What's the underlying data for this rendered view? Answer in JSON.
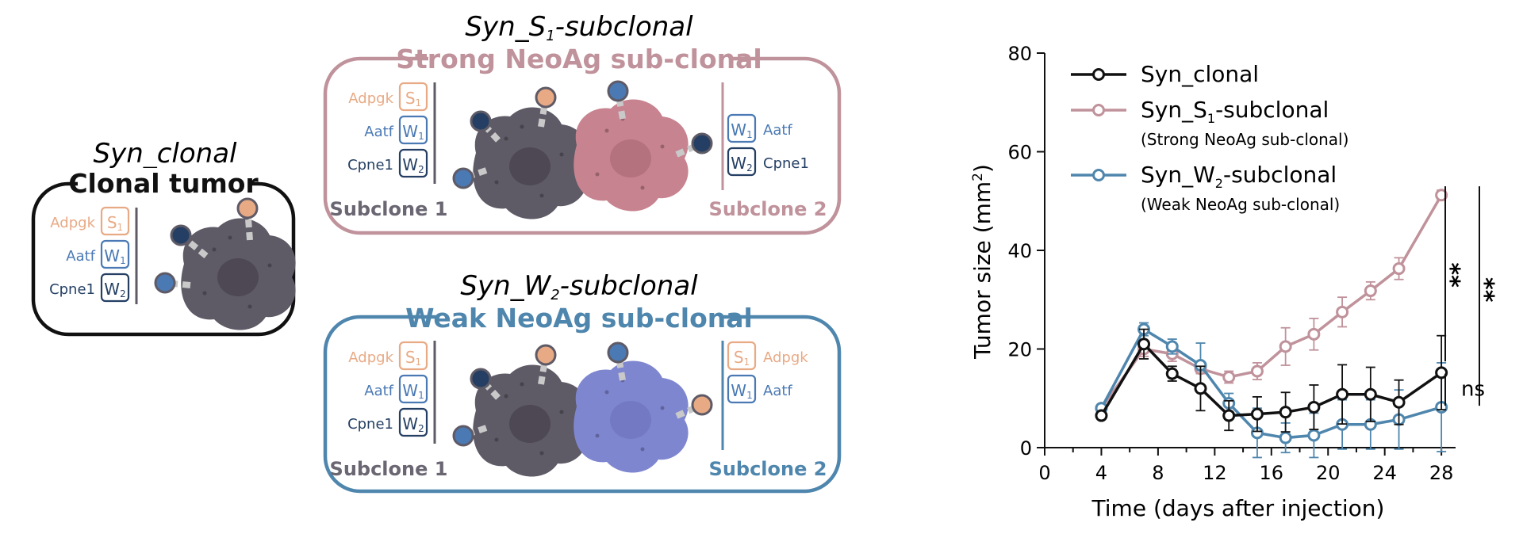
{
  "colors": {
    "clonal": "#111111",
    "strong": "#c0929b",
    "weak": "#4f86ad",
    "cell_dark": "#5e5a66",
    "cell_pink": "#c7838f",
    "cell_purple": "#7f86d0",
    "s_tag": "#e8aa85",
    "w1_tag": "#4a79b4",
    "w2_tag": "#243f63",
    "subclone1": "#6a6672"
  },
  "panels": {
    "clonal": {
      "title": "Syn_clonal",
      "subtitle": "Clonal tumor",
      "genes": [
        {
          "gene": "Adpgk",
          "tag": "S",
          "sub": "1"
        },
        {
          "gene": "Aatf",
          "tag": "W",
          "sub": "1"
        },
        {
          "gene": "Cpne1",
          "tag": "W",
          "sub": "2"
        }
      ]
    },
    "strong": {
      "title": "Syn_S",
      "title_sub": "1",
      "title_suffix": "-subclonal",
      "subtitle": "Strong NeoAg sub-clonal",
      "genes_left": [
        {
          "gene": "Adpgk",
          "tag": "S",
          "sub": "1"
        },
        {
          "gene": "Aatf",
          "tag": "W",
          "sub": "1"
        },
        {
          "gene": "Cpne1",
          "tag": "W",
          "sub": "2"
        }
      ],
      "genes_right": [
        {
          "gene": "Aatf",
          "tag": "W",
          "sub": "1"
        },
        {
          "gene": "Cpne1",
          "tag": "W",
          "sub": "2"
        }
      ],
      "subclone1": "Subclone 1",
      "subclone2": "Subclone 2"
    },
    "weak": {
      "title": "Syn_W",
      "title_sub": "2",
      "title_suffix": "-subclonal",
      "subtitle": "Weak NeoAg sub-clonal",
      "genes_left": [
        {
          "gene": "Adpgk",
          "tag": "S",
          "sub": "1"
        },
        {
          "gene": "Aatf",
          "tag": "W",
          "sub": "1"
        },
        {
          "gene": "Cpne1",
          "tag": "W",
          "sub": "2"
        }
      ],
      "genes_right": [
        {
          "gene": "Adpgk",
          "tag": "S",
          "sub": "1"
        },
        {
          "gene": "Aatf",
          "tag": "W",
          "sub": "1"
        }
      ],
      "subclone1": "Subclone 1",
      "subclone2": "Subclone 2"
    }
  },
  "chart_data": {
    "type": "line",
    "xlabel": "Time (days after injection)",
    "ylabel_prefix": "Tumor size (mm",
    "ylabel_sup": "2",
    "ylabel_suffix": ")",
    "xlim": [
      0,
      29
    ],
    "ylim": [
      0,
      80
    ],
    "xticks": [
      0,
      4,
      8,
      12,
      16,
      20,
      24,
      28
    ],
    "yticks": [
      0,
      20,
      40,
      60,
      80
    ],
    "grid": false,
    "legend_position": "top-left",
    "series": [
      {
        "name": "Syn_clonal",
        "color_key": "clonal",
        "x": [
          4,
          7,
          9,
          11,
          13,
          15,
          17,
          19,
          21,
          23,
          25,
          28
        ],
        "y": [
          6.5,
          21,
          15,
          12,
          6.5,
          6.8,
          7.2,
          8.2,
          10.8,
          10.8,
          9.2,
          15.2
        ],
        "err": [
          0.5,
          3,
          1.5,
          4.5,
          3,
          3.5,
          4,
          4.5,
          6,
          5.5,
          4.5,
          7.5
        ]
      },
      {
        "name": "Syn_S",
        "name_sub": "1",
        "name_suffix": "-subclonal",
        "note": "(Strong NeoAg sub-clonal)",
        "color_key": "strong",
        "x": [
          4,
          7,
          9,
          11,
          13,
          15,
          17,
          19,
          21,
          23,
          25,
          28
        ],
        "y": [
          8,
          20,
          19,
          16,
          14.3,
          15.5,
          20.5,
          23,
          27.5,
          31.8,
          36.3,
          51.2
        ],
        "err": [
          0.5,
          1.5,
          1.5,
          1,
          1.2,
          1.7,
          3.8,
          3.2,
          3,
          1.8,
          2.2,
          1
        ]
      },
      {
        "name": "Syn_W",
        "name_sub": "2",
        "name_suffix": "-subclonal",
        "note": "(Weak NeoAg sub-clonal)",
        "color_key": "weak",
        "x": [
          4,
          7,
          9,
          11,
          13,
          15,
          17,
          19,
          21,
          23,
          25,
          28
        ],
        "y": [
          8,
          24,
          20.5,
          16.7,
          9,
          3,
          2,
          2.5,
          4.7,
          4.7,
          5.7,
          8.2
        ],
        "err": [
          0.5,
          1.3,
          1.5,
          4.5,
          2,
          5,
          3,
          4.5,
          5,
          5,
          6,
          9
        ]
      }
    ],
    "annotations": [
      {
        "text": "**",
        "between": [
          "Syn_S1-subclonal",
          "Syn_clonal"
        ]
      },
      {
        "text": "**",
        "between": [
          "Syn_S1-subclonal",
          "Syn_W2-subclonal"
        ]
      },
      {
        "text": "ns",
        "between": [
          "Syn_clonal",
          "Syn_W2-subclonal"
        ]
      }
    ]
  }
}
